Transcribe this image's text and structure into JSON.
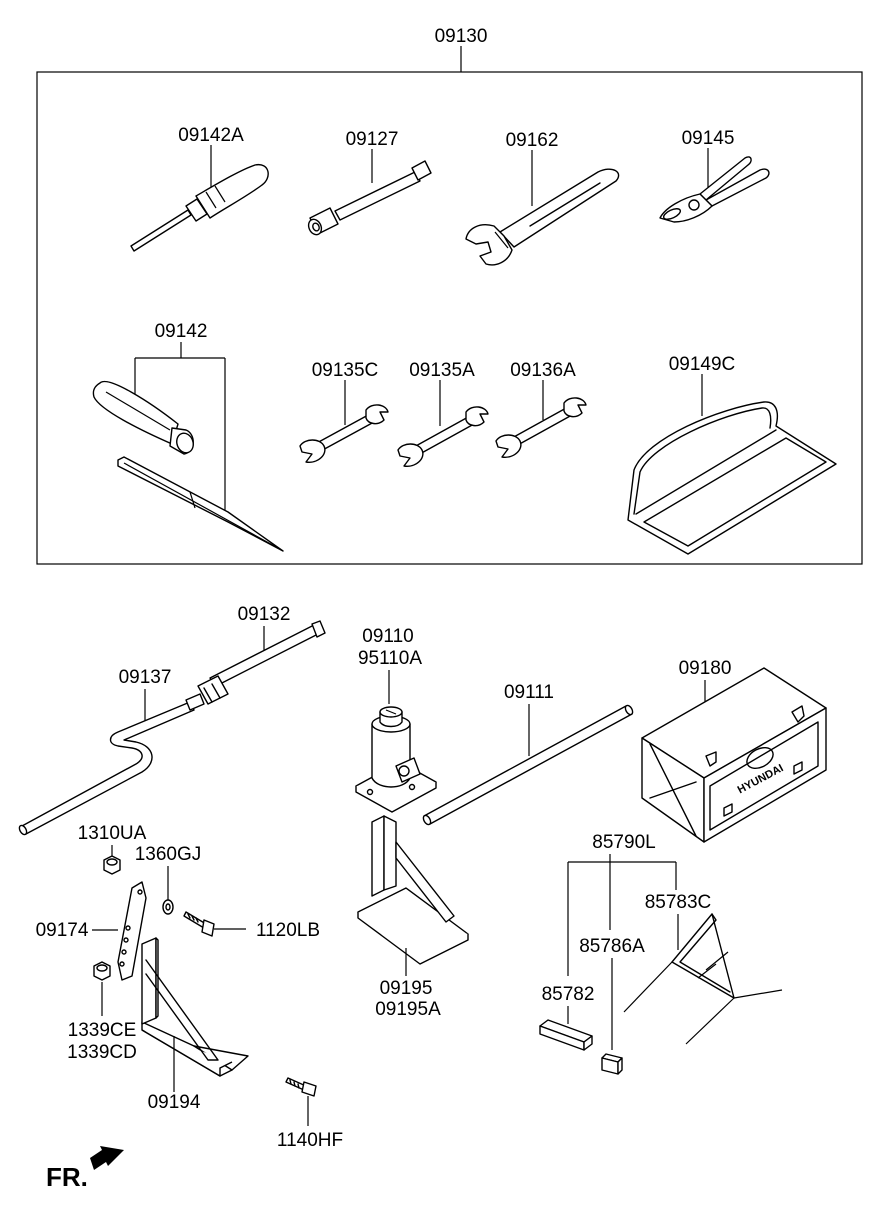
{
  "labels": {
    "kit": "09130",
    "screwdriver_a": "09142A",
    "extension_bar": "09127",
    "wrench": "09162",
    "pliers": "09145",
    "screwdriver_set": "09142",
    "spanner_c": "09135C",
    "spanner_a": "09135A",
    "spanner_b": "09136A",
    "pouch": "09149C",
    "handle_rod": "09132",
    "crank": "09137",
    "jack": "09110",
    "jack_alt": "95110A",
    "jack_rod": "09111",
    "tool_case": "09180",
    "nut_a": "1310UA",
    "washer": "1360GJ",
    "bracket": "09174",
    "bolt_a": "1120LB",
    "nut_b": "1339CE",
    "nut_b_alt": "1339CD",
    "support_bracket": "09194",
    "bolt_b": "1140HF",
    "jack_support": "09195",
    "jack_support_alt": "09195A",
    "triangle_assy": "85790L",
    "triangle": "85783C",
    "triangle_part_a": "85786A",
    "triangle_part_b": "85782"
  },
  "case_brand": "HYUNDAI",
  "direction_label": "FR."
}
